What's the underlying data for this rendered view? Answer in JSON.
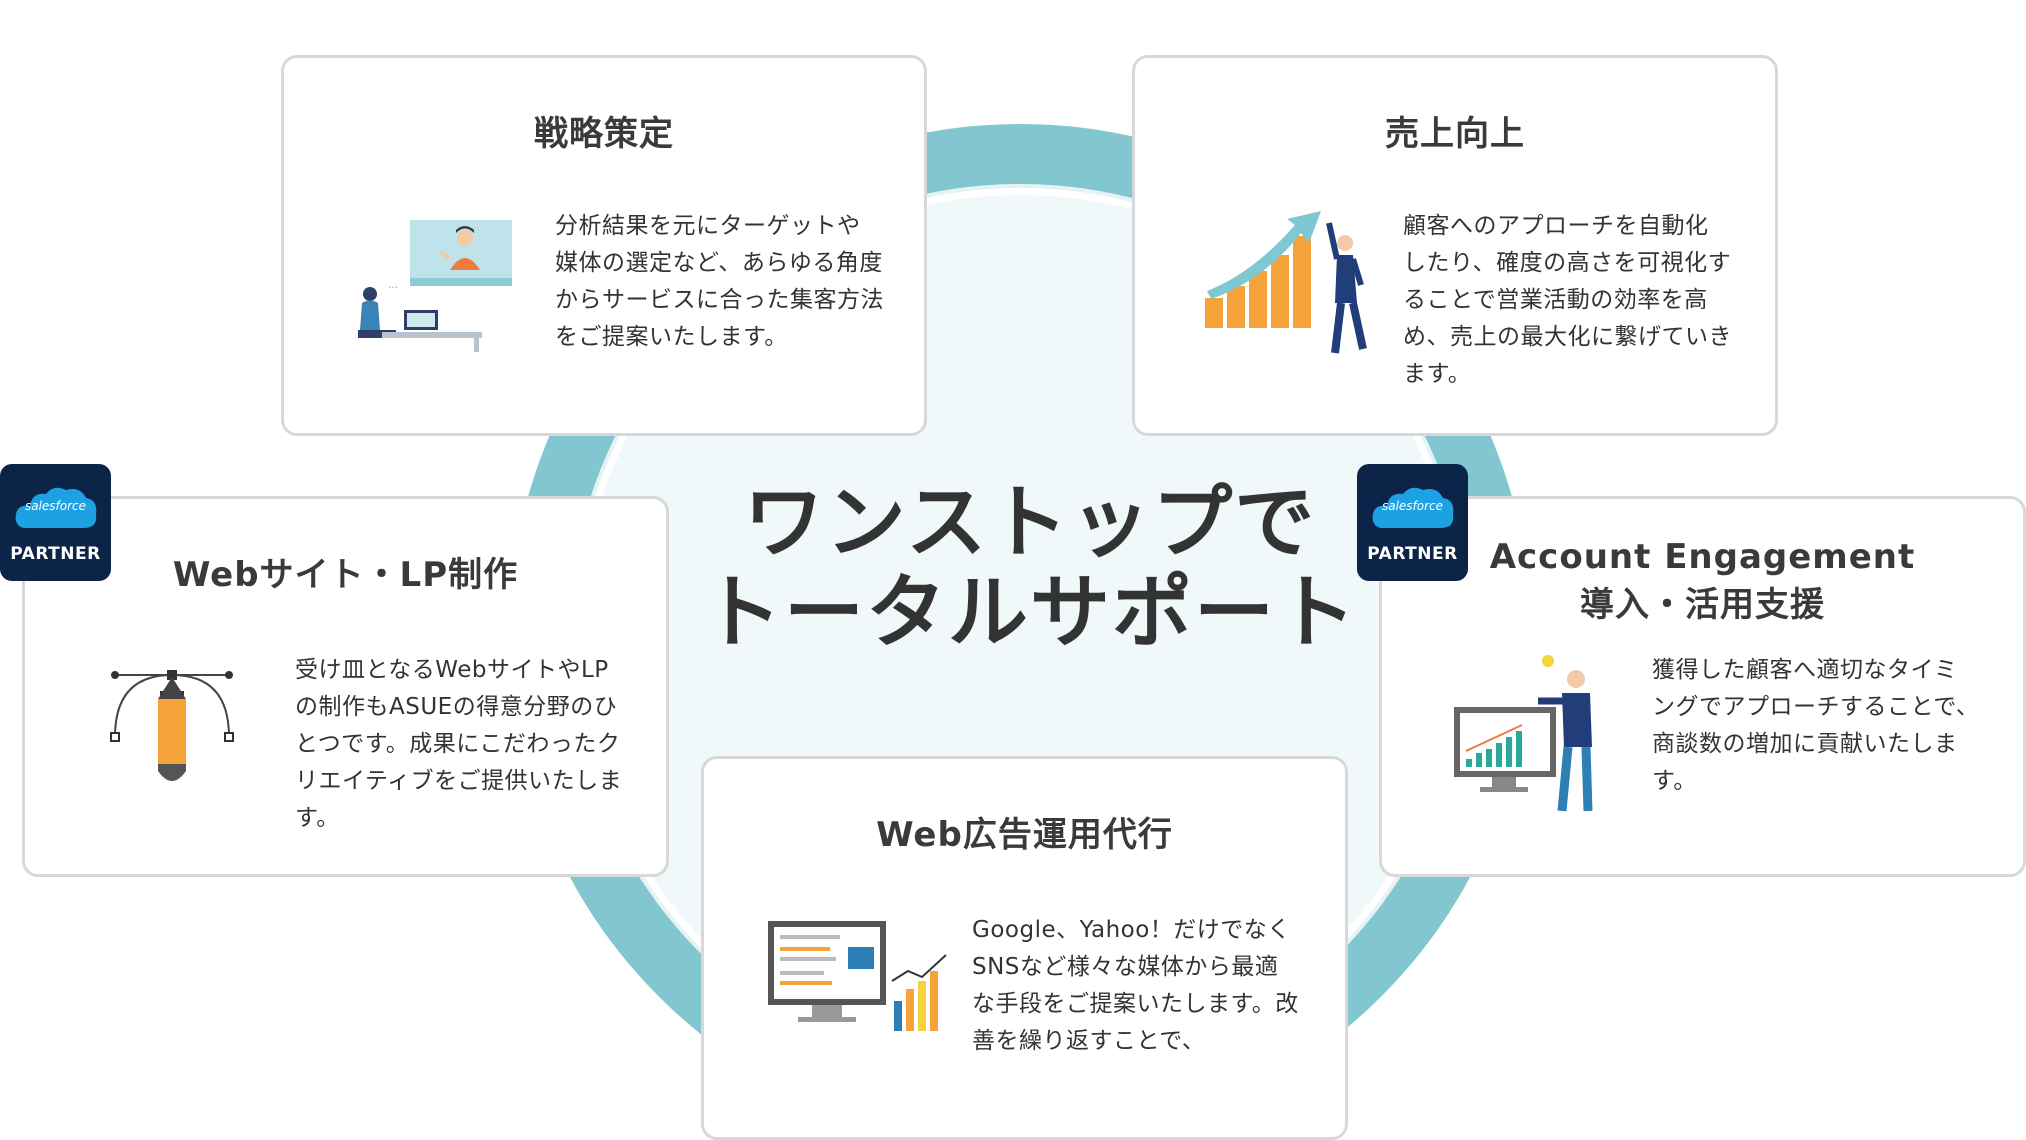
{
  "headline": {
    "line1": "ワンストップで",
    "line2": "トータルサポート"
  },
  "badge": {
    "cloud_text": "salesforce",
    "label": "PARTNER"
  },
  "cards": {
    "strategy": {
      "title": "戦略策定",
      "lines": [
        "分析結果を元にターゲットや",
        "媒体の選定など、あらゆる角度",
        "からサービスに合った集客方法",
        "をご提案いたします。"
      ]
    },
    "sales": {
      "title": "売上向上",
      "lines": [
        "顧客へのアプローチを自動化",
        "したり、確度の高さを可視化す",
        "ることで営業活動の効率を高",
        "め、売上の最大化に繋げていき",
        "ます。"
      ]
    },
    "website": {
      "title": "Webサイト・LP制作",
      "lines": [
        "受け皿となるWebサイトやLP",
        "の制作もASUEの得意分野のひ",
        "とつです。成果にこだわったク",
        "リエイティブをご提供いたしま",
        "す。"
      ]
    },
    "account": {
      "title_line1": "Account Engagement",
      "title_line2": "導入・活用支援",
      "lines": [
        "獲得した顧客へ適切なタイミ",
        "ングでアプローチすることで、",
        "商談数の増加に貢献いたしま",
        "す。"
      ]
    },
    "ads": {
      "title": "Web広告運用代行",
      "lines": [
        "Google、Yahoo！だけでなく",
        "SNSなど様々な媒体から最適",
        "な手段をご提案いたします。改",
        "善を繰り返すことで、"
      ]
    }
  },
  "colors": {
    "ring": "#82c6cf",
    "ring_fill": "#e6f3f5",
    "badge_bg": "#0b2447",
    "cloud": "#1ea1e2",
    "orange": "#f6a23b",
    "navy": "#213d7a",
    "card_border": "#d8d8d8"
  },
  "icons": [
    "video-call-illustration",
    "growth-chart-illustration",
    "pen-tool-icon",
    "monitor-analytics-illustration",
    "web-ad-monitor-illustration",
    "salesforce-cloud-icon"
  ]
}
